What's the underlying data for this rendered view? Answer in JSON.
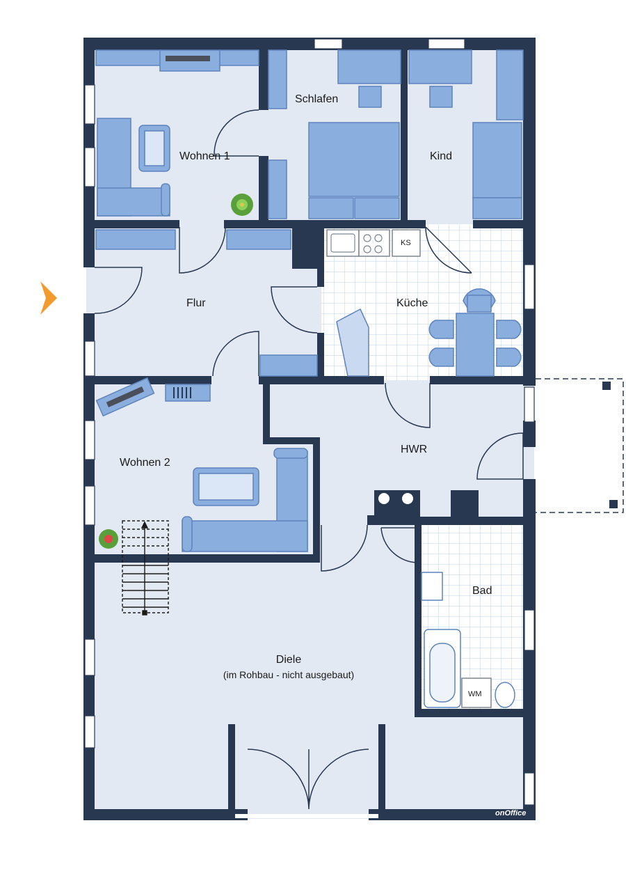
{
  "rooms": {
    "wohnen1": "Wohnen 1",
    "schlafen": "Schlafen",
    "kind": "Kind",
    "flur": "Flur",
    "kueche": "Küche",
    "wohnen2": "Wohnen 2",
    "hwr": "HWR",
    "bad": "Bad",
    "diele": "Diele",
    "diele_note": "(im Rohbau - nicht ausgebaut)"
  },
  "appliances": {
    "fridge": "KS",
    "washer": "WM"
  },
  "logo": "onOffice",
  "colors": {
    "wall": "#283850",
    "floor": "#e3e9f3",
    "furniture": "#8aaedd",
    "furniture_edge": "#5d84bd",
    "tile": "#ffffff",
    "tile_grid": "#bcd0ef",
    "entrance_arrow": "#f39a2c"
  }
}
